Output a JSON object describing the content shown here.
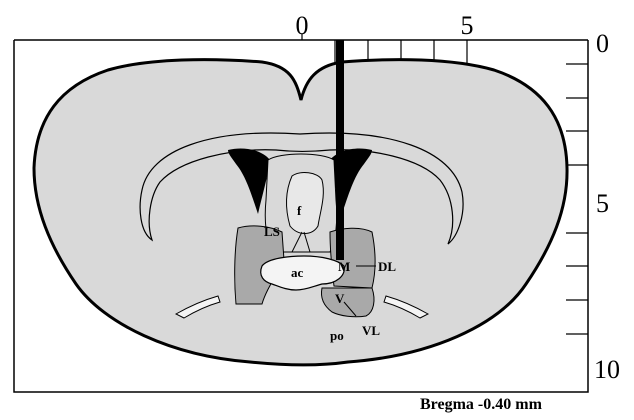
{
  "figure": {
    "bregma_label": "Bregma -0.40 mm",
    "top_scale_labels": [
      "0",
      "5"
    ],
    "right_scale_labels": [
      "0",
      "5",
      "10"
    ]
  },
  "regions": {
    "f": "f",
    "LS": "LS",
    "ac": "ac",
    "M": "M",
    "DL": "DL",
    "V": "V",
    "VL": "VL",
    "po": "po"
  },
  "colors": {
    "background": "#ffffff",
    "tissue": "#d9d9d9",
    "shaded_region": "#a9a9a9",
    "outline": "#000000",
    "electrode": "#000000"
  }
}
